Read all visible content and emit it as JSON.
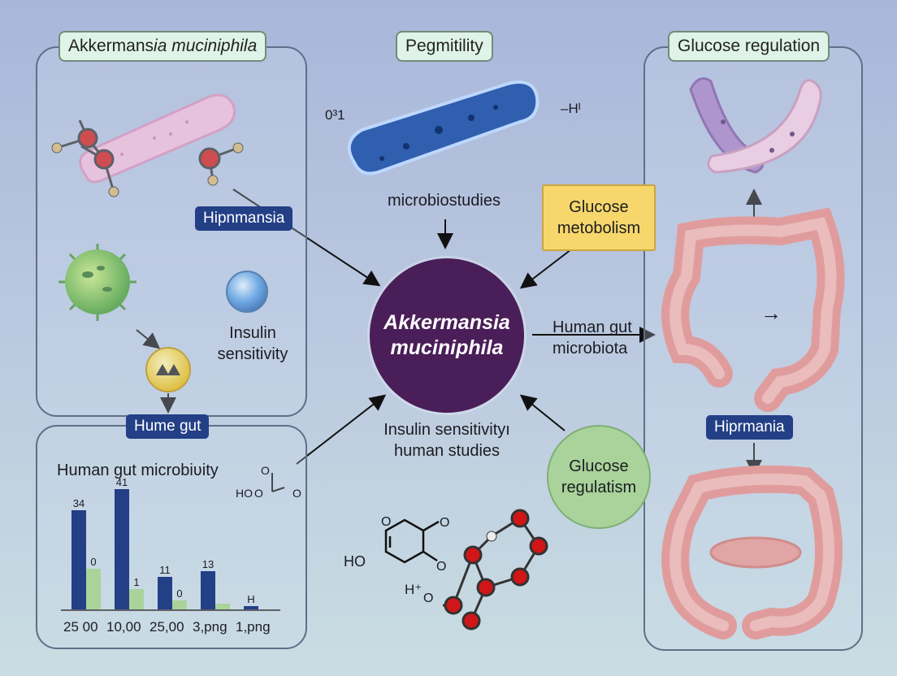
{
  "panels": {
    "left_top_title": {
      "regular": "Akkermans",
      "italic": "ia muciniphila"
    },
    "center_title": "Pegmitility",
    "right_title": "Glucose regulation"
  },
  "tags": {
    "hipnmansia": "Hipnmansia",
    "hume_gut": "Hume gut",
    "hiprmania": "Hiprmania"
  },
  "labels": {
    "insulin_sensitivity": [
      "Insulin",
      "sensitivity"
    ],
    "microbiostudies": "microbiostudies",
    "formula_left": "0³⁠1",
    "formula_right": "–Hᴵ",
    "glucose_metobolism": [
      "Glucose",
      "metobolism"
    ],
    "hub": [
      "Akkermansia",
      "muciniphila"
    ],
    "human_gut_microbiota": [
      "Human gut",
      "microbiota"
    ],
    "insulin_human": [
      "Insulin sensitivityı",
      "human studies"
    ],
    "glucose_regulatism": [
      "Glucose",
      "regulatism"
    ],
    "chem_ho_upper": "HO",
    "chem_o_top": "O",
    "chem_o_mid": "O",
    "chem_o_right": "O",
    "chem_ho_lower": "HO",
    "chem_o_ring_top1": "O",
    "chem_o_ring_top2": "O",
    "chem_o_ring_right": "O",
    "chem_h_plus": "H⁺",
    "chem_o_h": "O",
    "gut_arrow": "→"
  },
  "chart_data": {
    "type": "bar",
    "title": "Human gut microbiʋity",
    "categories": [
      "25 00",
      "10,00",
      "25,00",
      "3,png",
      "1,png"
    ],
    "series": [
      {
        "values": [
          34,
          41,
          11,
          13,
          1
        ],
        "color": "#233f86"
      },
      {
        "values": [
          14,
          7,
          3,
          2,
          0
        ],
        "color": "#a9d39a"
      }
    ],
    "data_labels": [
      [
        "34",
        "41",
        "11",
        "13",
        "H"
      ],
      [
        "0",
        "1",
        "0",
        "",
        ""
      ]
    ],
    "ylim": [
      0,
      50
    ],
    "grid": false,
    "legend": "none"
  }
}
